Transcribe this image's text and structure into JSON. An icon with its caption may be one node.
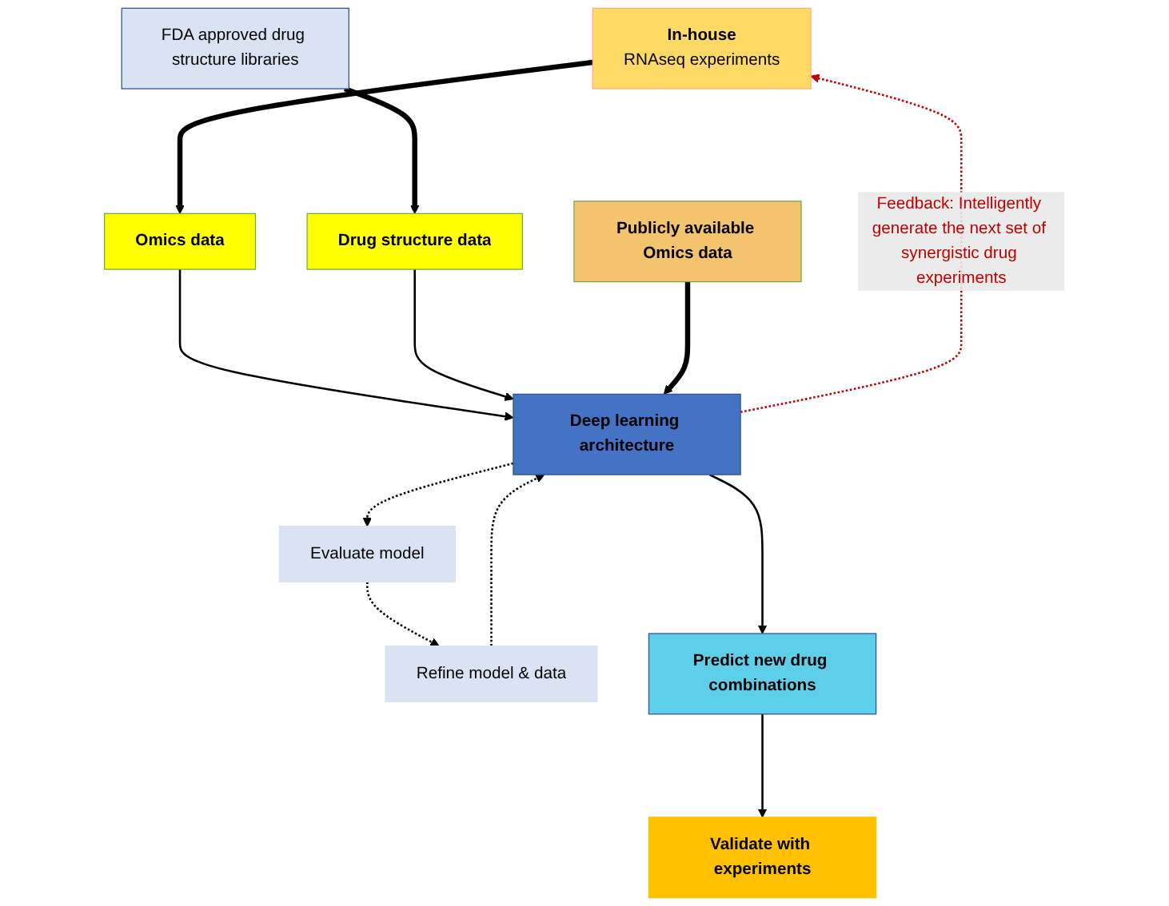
{
  "diagram": {
    "nodes": [
      {
        "text": [
          "In-house",
          "RNAseq experiments"
        ]
      },
      {
        "text": [
          "Omics data"
        ]
      },
      {
        "text": [
          "Drug structure data"
        ]
      },
      {
        "text": [
          "FDA approved drug structure libraries"
        ]
      },
      {
        "text": [
          "Deep learning architecture"
        ]
      },
      {
        "text": [
          "Evaluate model"
        ]
      },
      {
        "text": [
          "Publicly available Omics data"
        ]
      },
      {
        "text": [
          "Refine model & data"
        ]
      },
      {
        "text": [
          "Predict new drug combinations"
        ]
      },
      {
        "text": [
          "Validate with experiments"
        ]
      }
    ],
    "edges": [
      {
        "from": 0,
        "to": 1,
        "arrow": "to",
        "style": "thick"
      },
      {
        "from": 3,
        "to": 2,
        "arrow": "to",
        "style": "thick"
      },
      {
        "from": 1,
        "to": 4,
        "arrow": "to"
      },
      {
        "from": 2,
        "to": 4,
        "arrow": "to"
      },
      {
        "from": 4,
        "to": 0,
        "arrow": "to",
        "style": "dashed",
        "label": "Feedback: Intelligently generate the next set of synergistic drug experiments",
        "color": "#c00000"
      },
      {
        "from": 6,
        "to": 4,
        "arrow": "to",
        "style": "thick"
      },
      {
        "from": 4,
        "to": 5,
        "arrow": "to",
        "style": "dashed"
      },
      {
        "from": 5,
        "to": 7,
        "arrow": "to",
        "style": "dashed"
      },
      {
        "from": 7,
        "to": 4,
        "arrow": "to",
        "style": "dashed"
      },
      {
        "from": 4,
        "to": 8,
        "arrow": "to"
      },
      {
        "from": 8,
        "to": 9,
        "arrow": "to"
      }
    ]
  }
}
